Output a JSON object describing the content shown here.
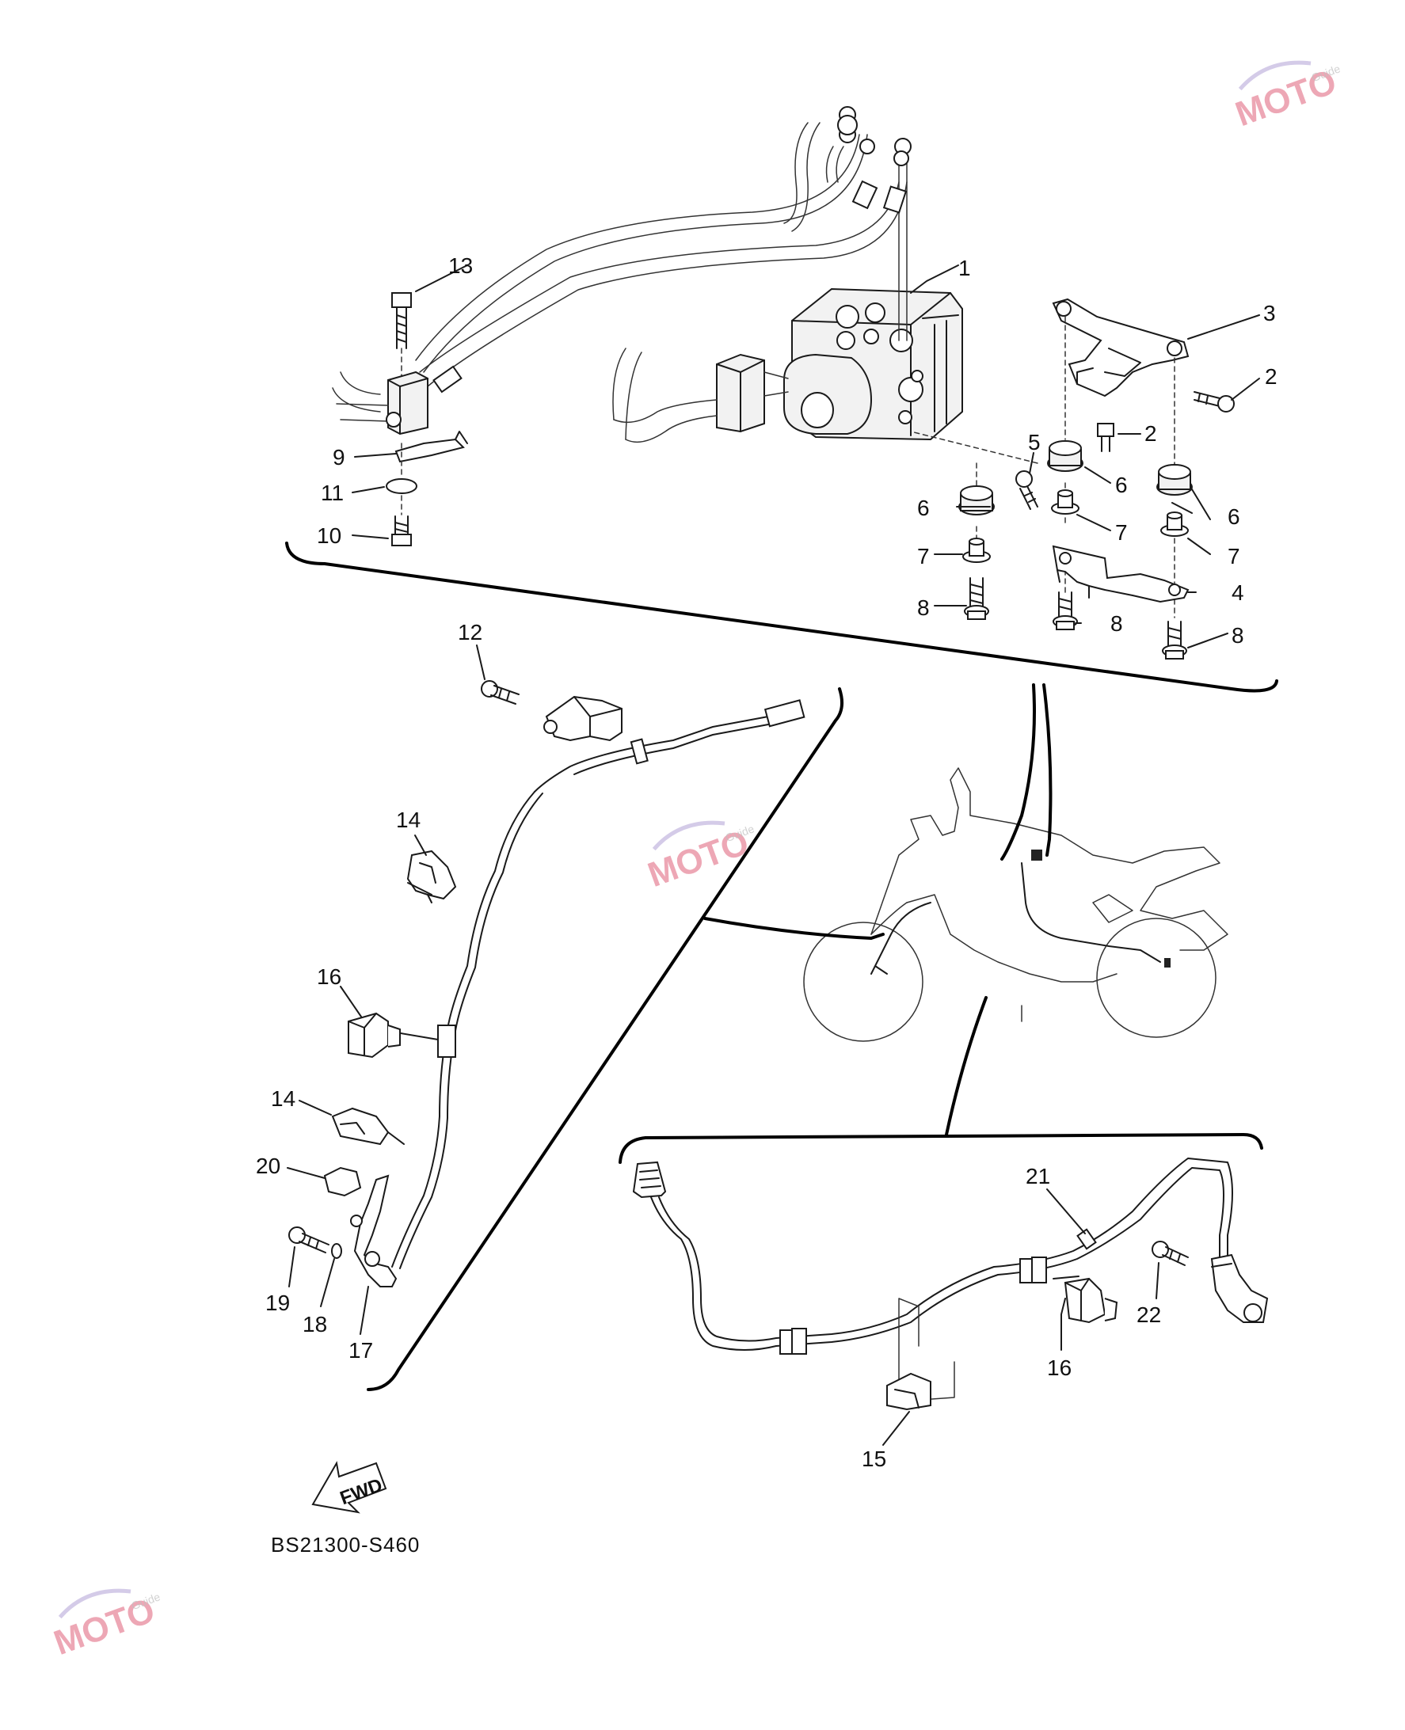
{
  "callouts": {
    "c1": "1",
    "c2a": "2",
    "c2b": "2",
    "c3": "3",
    "c4": "4",
    "c5": "5",
    "c6a": "6",
    "c6b": "6",
    "c6c": "6",
    "c7a": "7",
    "c7b": "7",
    "c7c": "7",
    "c8a": "8",
    "c8b": "8",
    "c8c": "8",
    "c9": "9",
    "c10": "10",
    "c11": "11",
    "c12": "12",
    "c13": "13",
    "c14a": "14",
    "c14b": "14",
    "c15": "15",
    "c16a": "16",
    "c16b": "16",
    "c17": "17",
    "c18": "18",
    "c19": "19",
    "c20": "20",
    "c21": "21",
    "c22": "22"
  },
  "fwd_label": "FWD",
  "diagram_code": "BS21300-S460",
  "watermark": {
    "text": "MOTO",
    "subtext": "Guide",
    "color": "#e0607a"
  }
}
